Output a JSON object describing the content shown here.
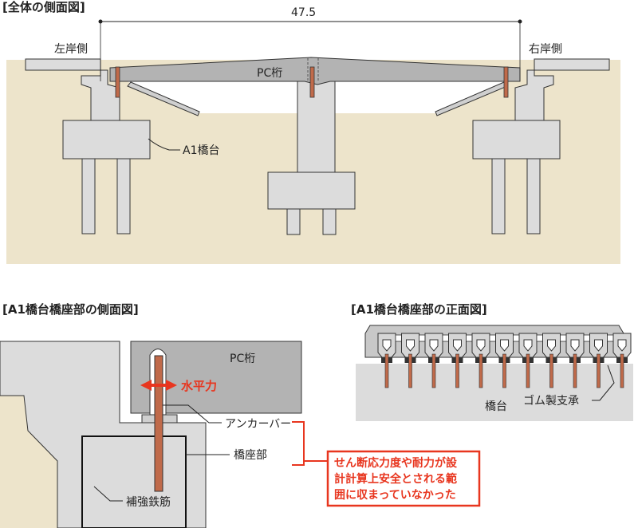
{
  "headings": {
    "overall": "[全体の側面図]",
    "bearing_side": "[A1橋台橋座部の側面図]",
    "bearing_front": "[A1橋台橋座部の正面図]"
  },
  "overall": {
    "span_length": "47.5",
    "left_bank": "左岸側",
    "right_bank": "右岸側",
    "girder": "PC桁",
    "abutment": "A1橋台"
  },
  "side_detail": {
    "girder": "PC桁",
    "horizontal_force": "水平力",
    "anchor_bar": "アンカーバー",
    "bridge_seat": "橋座部",
    "reinforcement": "補強鉄筋",
    "callout": [
      "せん断応力度や耐力が設",
      "計計算上安全とされる範",
      "囲に収まっていなかった"
    ]
  },
  "front_detail": {
    "abutment": "橋台",
    "rubber_bearing": "ゴム製支承"
  },
  "colors": {
    "soil": "#ede4cb",
    "concrete": "#dcdcdc",
    "girder": "#b3b3b3",
    "anchor": "#c06a4a",
    "accent": "#e8361f"
  }
}
